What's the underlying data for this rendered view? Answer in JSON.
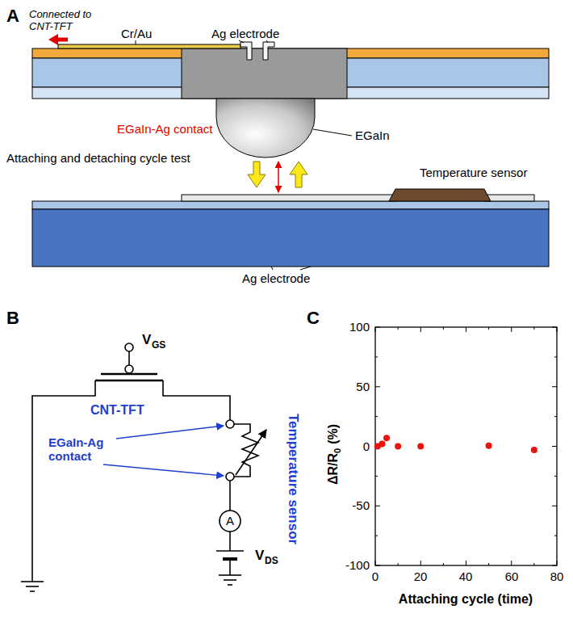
{
  "diagram": {
    "labels": [
      "A",
      "Connected to CNT-TFT",
      "Cr/Au",
      "Ag electrode",
      "EGaIn-Ag contact",
      "EGaIn",
      "Attaching and detaching cycle test",
      "Temperature sensor",
      "Ag electrode",
      "B",
      "V",
      "GS",
      "CNT-TFT",
      "EGaIn-Ag contact",
      "Temperature sensor",
      "A",
      "V",
      "DS",
      "C",
      "100",
      "50",
      "0",
      "-50",
      "-100",
      "0",
      "20",
      "40",
      "60",
      "80",
      "ΔR/R",
      "0",
      "(%)",
      "Attaching cycle (time)"
    ]
  }
}
